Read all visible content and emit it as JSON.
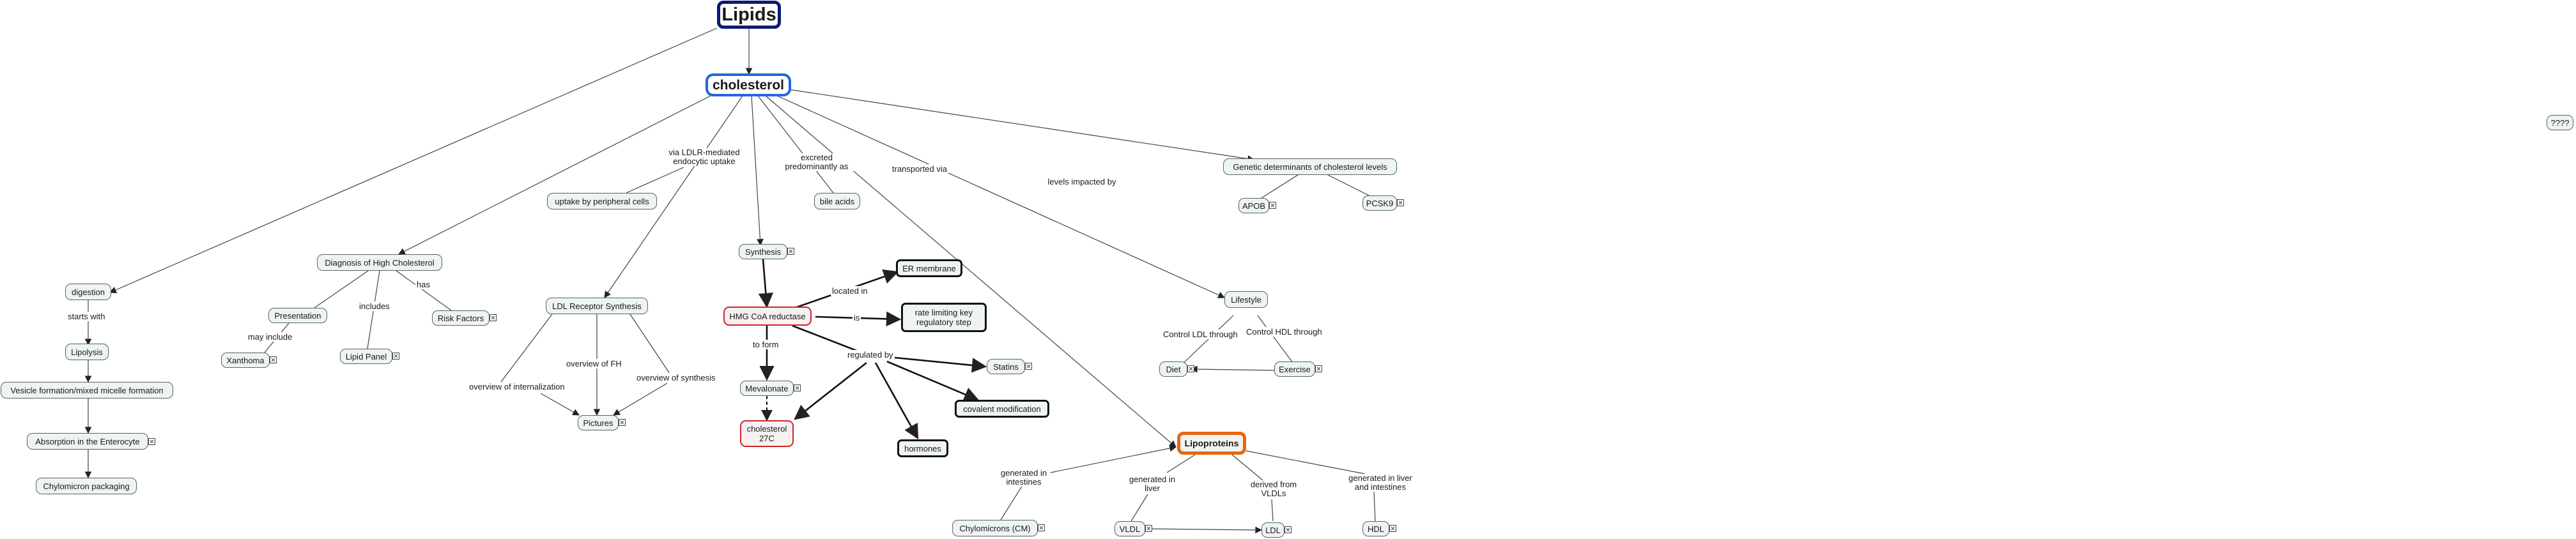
{
  "diagram": {
    "title": "Lipids",
    "main_concept": "cholesterol",
    "unassigned_node": "????",
    "nodes": {
      "digestion": "digestion",
      "lipolysis": "Lipolysis",
      "vesicle": "Vesicle formation/mixed micelle formation",
      "absorption": "Absorption in the Enterocyte",
      "chylomicron_packaging": "Chylomicron packaging",
      "diagnosis": "Diagnosis of High Cholesterol",
      "presentation": "Presentation",
      "xanthoma": "Xanthoma",
      "lipid_panel": "Lipid Panel",
      "risk_factors": "Risk Factors",
      "uptake_peripheral": "uptake by peripheral cells",
      "ldl_receptor_synthesis": "LDL Receptor Synthesis",
      "pictures": "Pictures",
      "bile_acids": "bile acids",
      "synthesis": "Synthesis",
      "hmg_coa": "HMG CoA reductase",
      "er_membrane": "ER membrane",
      "rate_limiting": "rate limiting key regulatory step",
      "statins": "Statins",
      "covalent": "covalent modification",
      "hormones": "hormones",
      "mevalonate": "Mevalonate",
      "cholesterol_27c": "cholesterol 27C",
      "genetic": "Genetic determinants of cholesterol levels",
      "apob": "APOB",
      "pcsk9": "PCSK9",
      "lifestyle": "Lifestyle",
      "diet": "Diet",
      "exercise": "Exercise",
      "lipoproteins": "Lipoproteins",
      "chylomicrons_cm": "Chylomicrons (CM)",
      "vldl": "VLDL",
      "ldl": "LDL",
      "hdl": "HDL"
    },
    "link_labels": {
      "starts_with": "starts with",
      "may_include": "may include",
      "includes": "includes",
      "has": "has",
      "via_ldlr": "via LDLR-mediated endocytic uptake",
      "overview_fh": "overview of FH",
      "overview_internalization": "overview of internalization",
      "overview_synthesis": "overview of synthesis",
      "excreted": "excreted predominantly as",
      "transported_via": "transported via",
      "levels_impacted_by": "levels impacted by",
      "located_in": "located in",
      "is": "is",
      "to_form": "to form",
      "regulated_by": "regulated by",
      "control_ldl": "Control LDL through",
      "control_hdl": "Control HDL through",
      "generated_intestines": "generated in intestines",
      "generated_liver": "generated in liver",
      "derived_vldls": "derived from VLDLs",
      "generated_liver_intestines": "generated in liver and intestines"
    },
    "colors": {
      "root_border": "#0a1b73",
      "main_border": "#2267e0",
      "lipoproteins_border": "#e8660f",
      "hmg_border": "#d2232a",
      "node_fill": "#eef3f3",
      "line": "#444444"
    }
  }
}
